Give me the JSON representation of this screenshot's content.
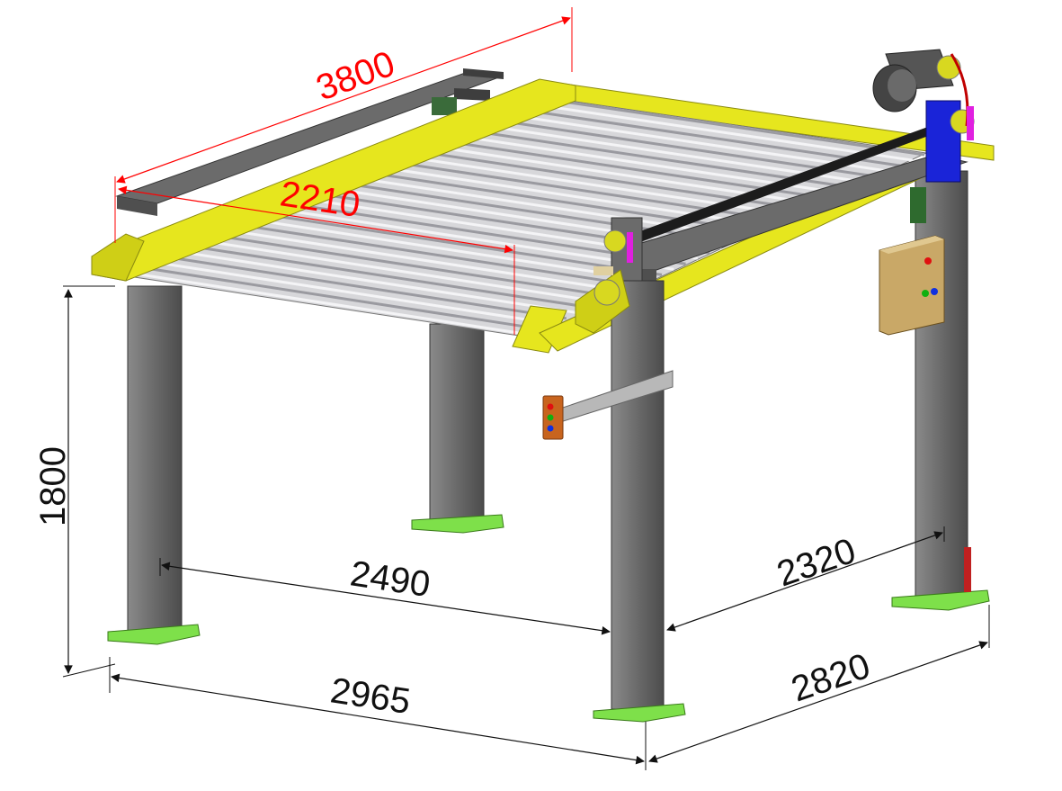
{
  "dimensions": {
    "length_top": "3800",
    "inner_span": "2210",
    "height": "1800",
    "inner_front_width": "2490",
    "inner_side_width": "2320",
    "outer_front_width": "2965",
    "outer_side_width": "2820"
  },
  "colors": {
    "dimension_black": "#111111",
    "dimension_red": "#ff0000",
    "frame_yellow": "#e6e61e",
    "post_grey": "#6e6e6e",
    "baseplate_green": "#7ee04a",
    "slats_silver": "#c8c8cc",
    "motor_grey": "#555555",
    "control_box": "#c9a867",
    "pendant_orange": "#c8641e",
    "bracket_blue": "#1a24d8",
    "accent_magenta": "#e020e0"
  },
  "icons": {
    "control_box_buttons": [
      "red",
      "green",
      "blue"
    ],
    "pendant_buttons": [
      "red",
      "green",
      "blue"
    ]
  }
}
